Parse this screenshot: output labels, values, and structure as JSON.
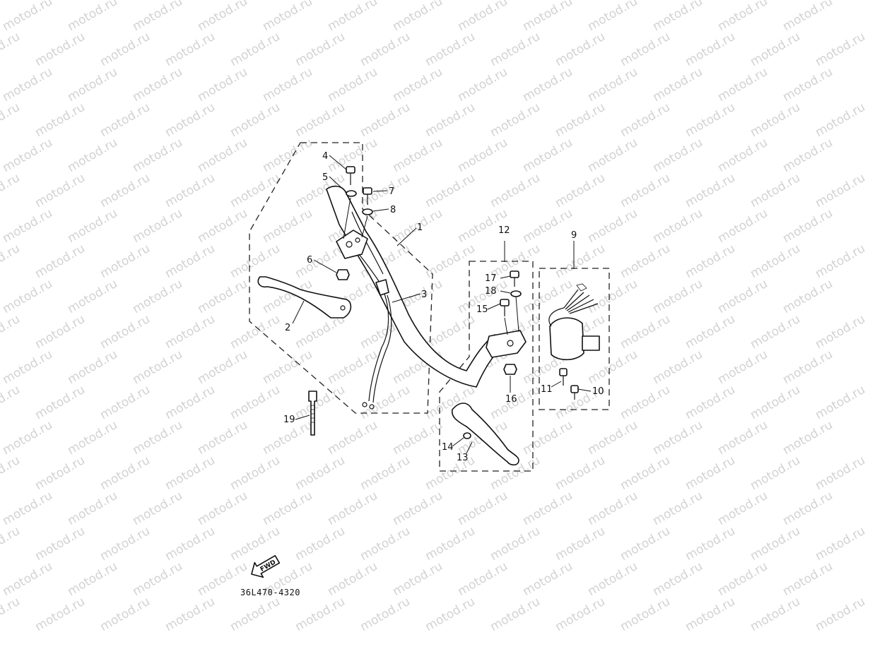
{
  "watermark": {
    "text": "motod.ru",
    "color": "#d2d2d2"
  },
  "diagram": {
    "part_code": "36L470-4320",
    "fwd_label": "FWD",
    "callouts": [
      "1",
      "2",
      "3",
      "4",
      "5",
      "6",
      "7",
      "8",
      "9",
      "10",
      "11",
      "12",
      "13",
      "14",
      "15",
      "16",
      "17",
      "18",
      "19"
    ]
  }
}
